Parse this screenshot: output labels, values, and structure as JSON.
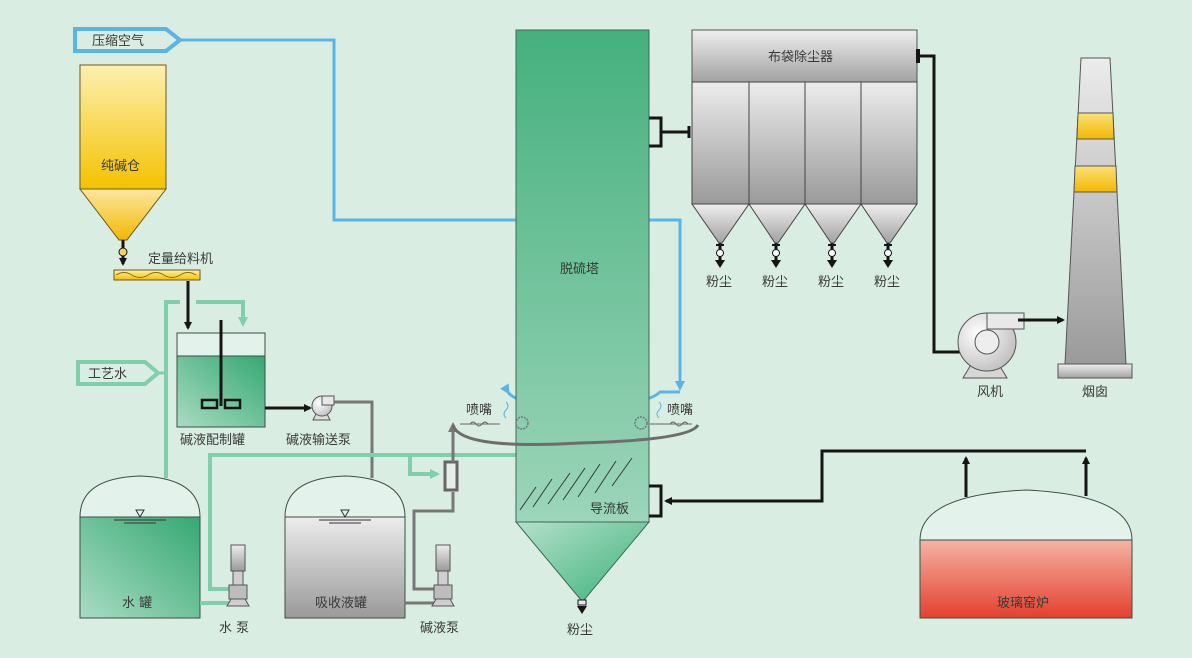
{
  "diagram": {
    "title": "",
    "colors": {
      "background": "#d9ede2",
      "air_pipe": "#5ab4e6",
      "water_pipe": "#7fcfaa",
      "liquid_pipe": "#777777",
      "gas_pipe": "#151515",
      "soda_yellow": "#f6c200",
      "tower_green": "#4cb684",
      "furnace_red": "#e74a3a"
    },
    "labels": {
      "compressed_air": "压缩空气",
      "soda_silo": "纯碱仓",
      "feeder": "定量给料机",
      "process_water": "工艺水",
      "mixing_tank": "碱液配制罐",
      "transfer_pump": "碱液输送泵",
      "water_tank": "水 罐",
      "water_pump": "水 泵",
      "absorb_tank": "吸收液罐",
      "alkali_pump": "碱液泵",
      "tower": "脱硫塔",
      "nozzle_left": "喷嘴",
      "nozzle_right": "喷嘴",
      "baffle": "导流板",
      "tower_dust": "粉尘",
      "baghouse": "布袋除尘器",
      "dust": [
        "粉尘",
        "粉尘",
        "粉尘",
        "粉尘"
      ],
      "fan": "风机",
      "chimney": "烟囱",
      "furnace": "玻璃窑炉"
    }
  }
}
